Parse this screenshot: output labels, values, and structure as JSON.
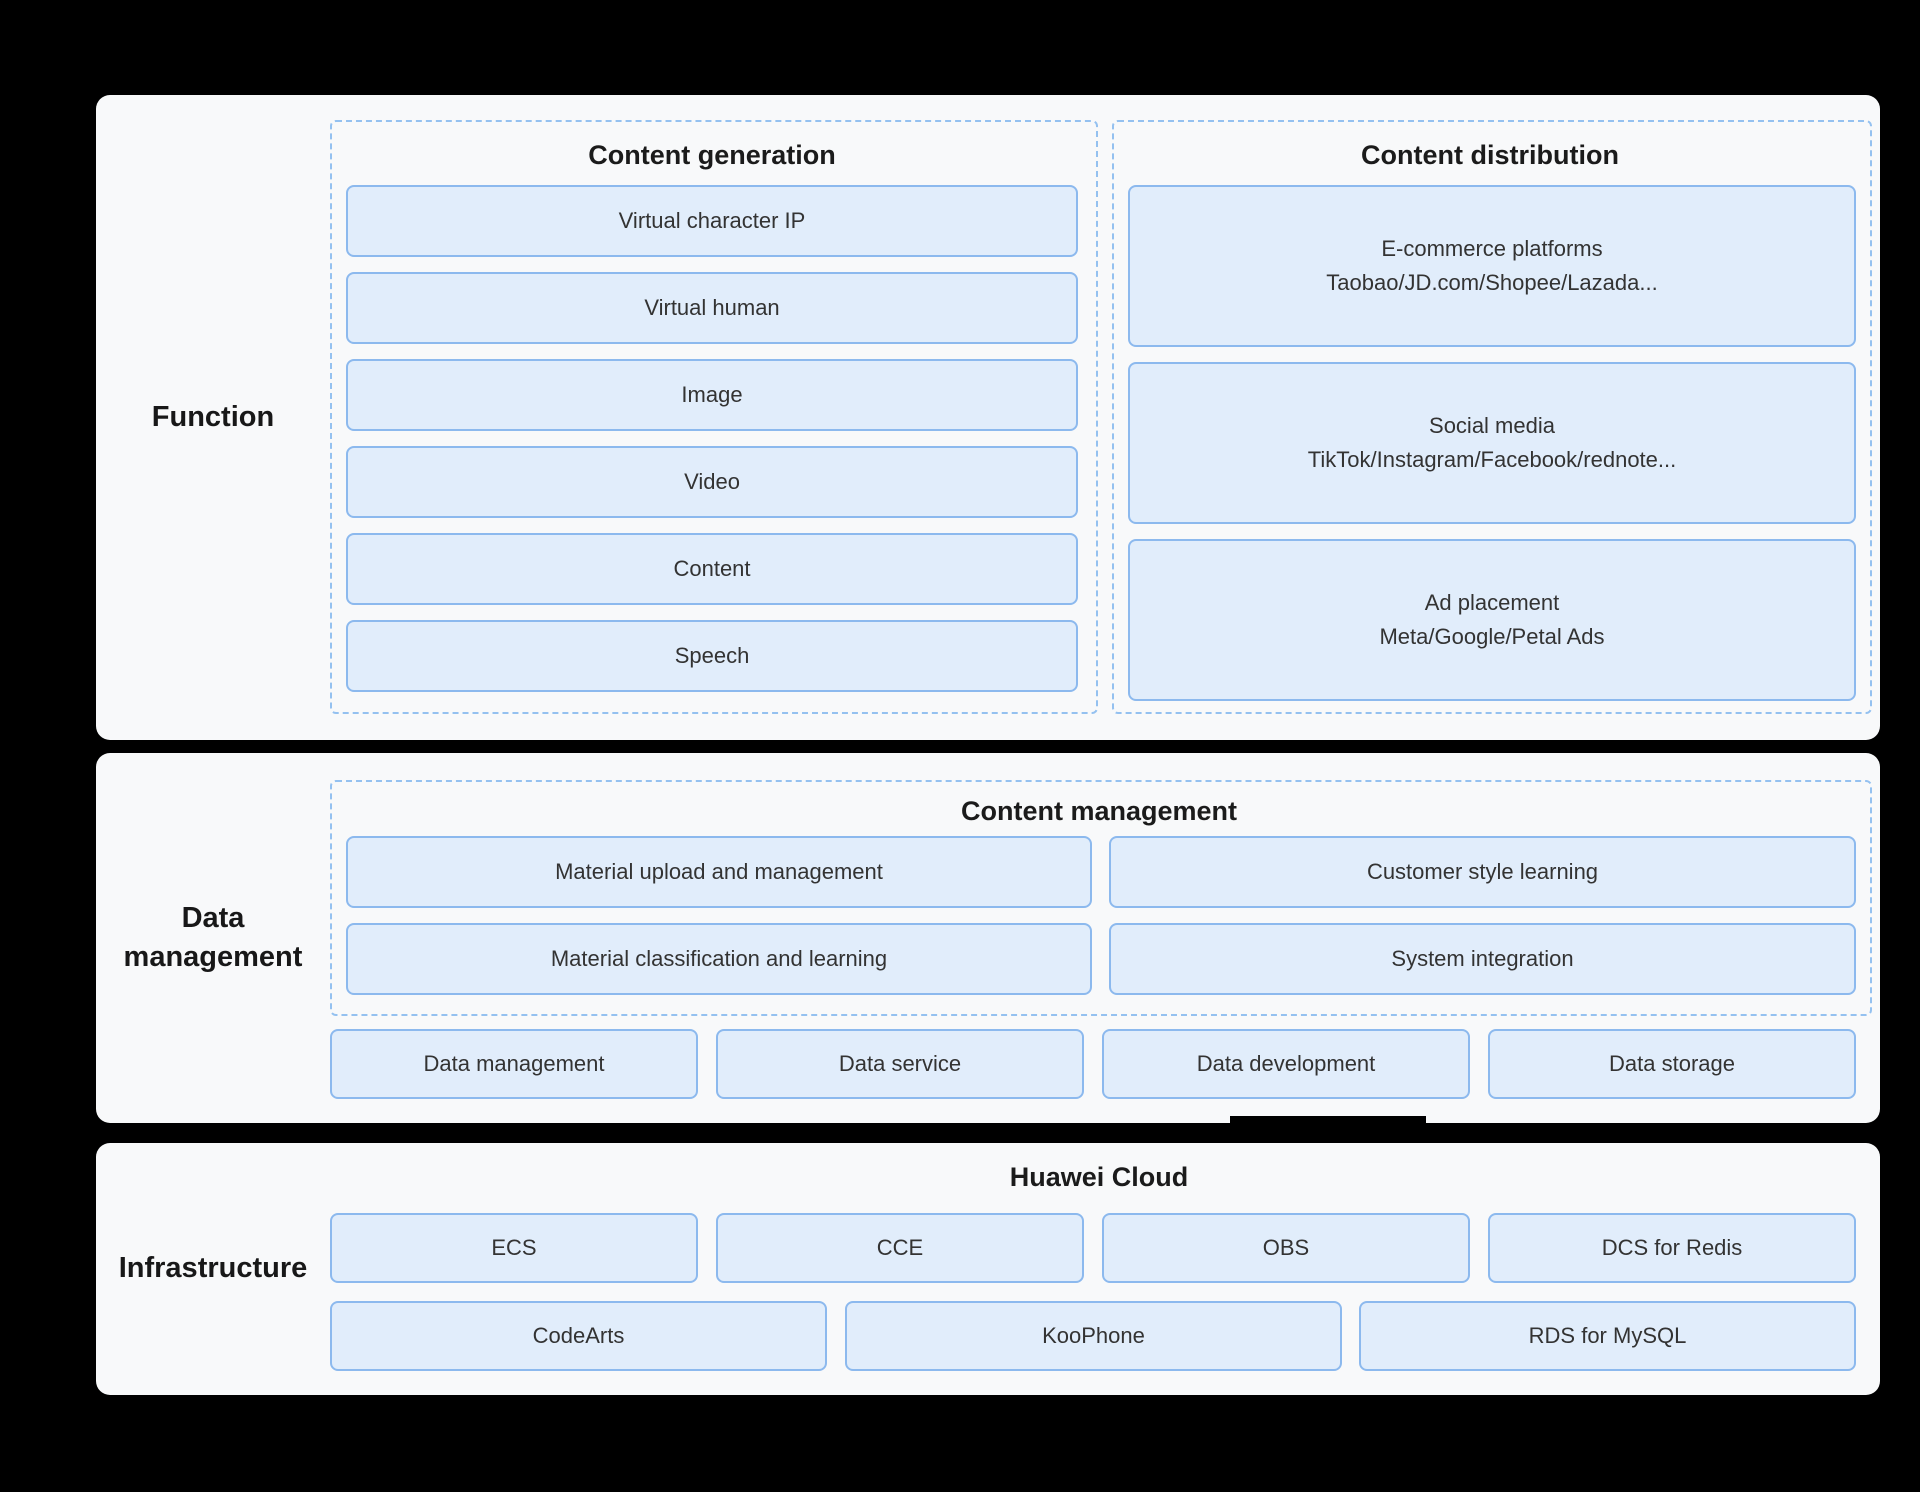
{
  "colors": {
    "canvas_bg": "#000000",
    "panel_bg": "#f8f9fa",
    "box_fill": "#e1edfb",
    "box_border": "#8cb9ee",
    "dashed_border": "#94c1f0",
    "text_dark": "#1b1b1b"
  },
  "function": {
    "label": "Function",
    "generation": {
      "title": "Content generation",
      "items": [
        "Virtual character IP",
        "Virtual human",
        "Image",
        "Video",
        "Content",
        "Speech"
      ]
    },
    "distribution": {
      "title": "Content distribution",
      "items": [
        {
          "line1": "E-commerce platforms",
          "line2": "Taobao/JD.com/Shopee/Lazada..."
        },
        {
          "line1": "Social media",
          "line2": "TikTok/Instagram/Facebook/rednote..."
        },
        {
          "line1": "Ad placement",
          "line2": "Meta/Google/Petal Ads"
        }
      ]
    }
  },
  "data_management": {
    "label_line1": "Data",
    "label_line2": "management",
    "content_management": {
      "title": "Content management",
      "left_items": [
        "Material upload and management",
        "Material classification and learning"
      ],
      "right_items": [
        "Customer style learning",
        "System integration"
      ]
    },
    "bottom_items": [
      "Data management",
      "Data service",
      "Data development",
      "Data storage"
    ]
  },
  "infrastructure": {
    "label": "Infrastructure",
    "title": "Huawei Cloud",
    "row1": [
      "ECS",
      "CCE",
      "OBS",
      "DCS for Redis"
    ],
    "row2": [
      "CodeArts",
      "KooPhone",
      "RDS for MySQL"
    ]
  }
}
